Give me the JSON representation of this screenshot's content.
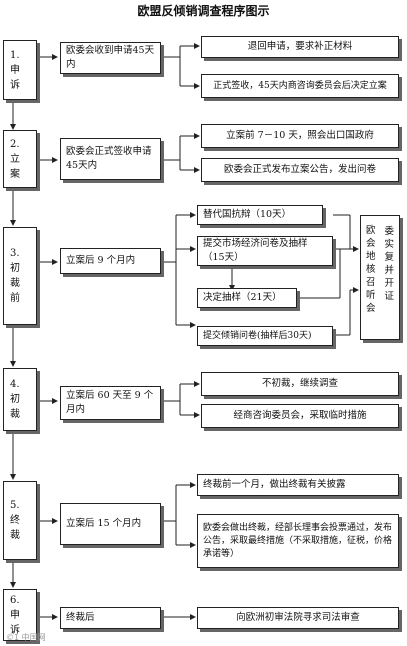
{
  "title": "欧盟反倾销调查程序图示",
  "steps": [
    {
      "num": "1.",
      "chars": [
        "申",
        "诉"
      ]
    },
    {
      "num": "2.",
      "chars": [
        "立",
        "案"
      ]
    },
    {
      "num": "3.",
      "chars": [
        "初",
        "裁",
        "前"
      ]
    },
    {
      "num": "4.",
      "chars": [
        "初",
        "裁"
      ]
    },
    {
      "num": "5.",
      "chars": [
        "终",
        "裁"
      ]
    },
    {
      "num": "6.",
      "chars": [
        "申",
        "诉"
      ]
    }
  ],
  "conditions": [
    "欧委会收到申请45天内",
    "欧委会正式签收申请45天内",
    "立案后 9 个月内",
    "立案后 60 天至 9 个月内",
    "立案后 15 个月内",
    "终裁后"
  ],
  "outcomes": {
    "s1_a": "退回申请，要求补正材料",
    "s1_b": "正式签收，45天内商咨询委员会后决定立案",
    "s2_a": "立案前 7－10 天，照会出口国政府",
    "s2_b": "欧委会正式发布立案公告，发出问卷",
    "s3_a": "替代国抗辩（10天）",
    "s3_b": "提交市场经济问卷及抽样（15天）",
    "s3_c": "决定抽样（21天）",
    "s3_d": "提交倾销问卷(抽样后30天)",
    "s3_side_col1": [
      "欧",
      "会",
      "地",
      "核",
      "召",
      "听",
      "会"
    ],
    "s3_side_col2": [
      "委",
      "实",
      "复",
      "并",
      "开",
      "证"
    ],
    "s4_a": "不初裁，继续调查",
    "s4_b": "经商咨询委员会，采取临时措施",
    "s5_a": "终裁前一个月，做出终裁有关披露",
    "s5_b": "欧委会做出终裁，经部长理事会投票通过，发布公告，采取最终措施（不采取措施，征税，价格承诺等）",
    "s6_a": "向欧洲初审法院寻求司法审查"
  },
  "watermark": "©1 中国网"
}
